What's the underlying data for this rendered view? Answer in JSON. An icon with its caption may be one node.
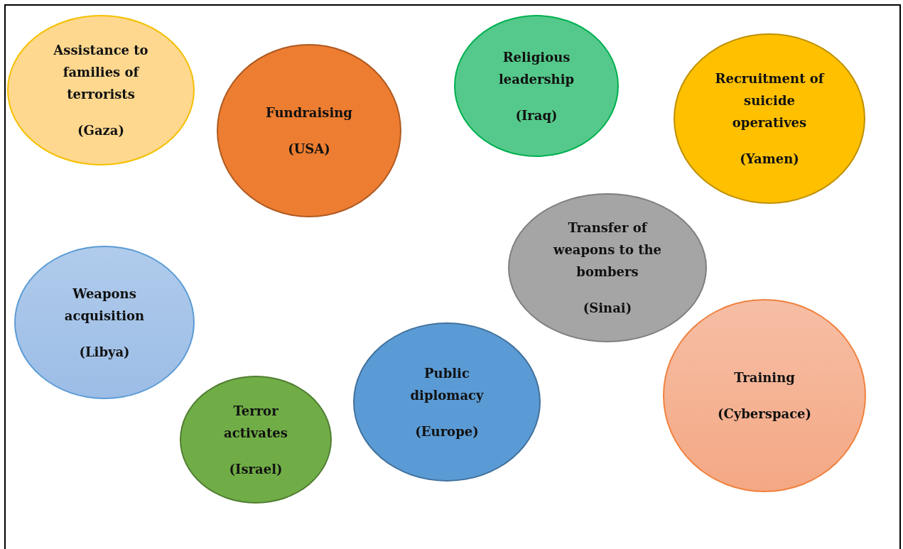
{
  "diagram": {
    "nodes": [
      {
        "text": [
          "Assistance to families of terrorists",
          "(Gaza)"
        ]
      },
      {
        "text": [
          "Fundraising",
          "(USA)"
        ]
      },
      {
        "text": [
          "Religious leadership",
          "(Iraq)"
        ]
      },
      {
        "text": [
          "Recruitment of suicide operatives",
          "(Yamen)"
        ]
      },
      {
        "text": [
          "Transfer of weapons to the bombers",
          "(Sinai)"
        ]
      },
      {
        "text": [
          "Weapons acquisition",
          "(Libya)"
        ]
      },
      {
        "text": [
          "Public diplomacy",
          "(Europe)"
        ]
      },
      {
        "text": [
          "Terror activates",
          "(Israel)"
        ]
      },
      {
        "text": [
          "Training",
          "(Cyberspace)"
        ]
      }
    ],
    "edges": []
  }
}
